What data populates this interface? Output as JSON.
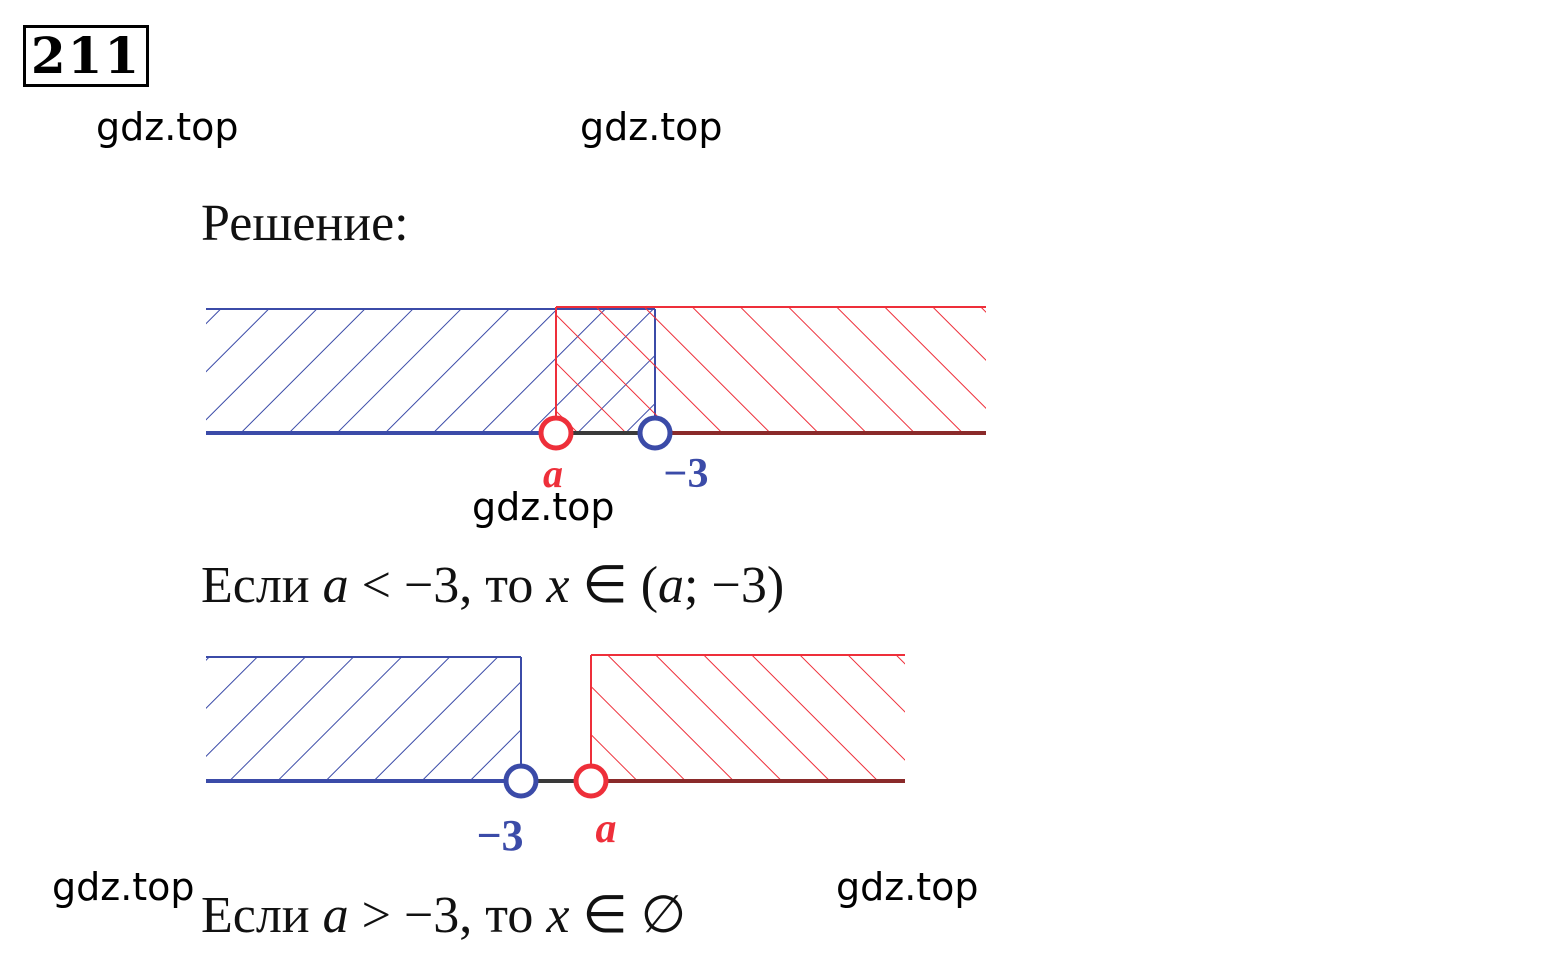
{
  "problem": {
    "number": "211"
  },
  "watermarks": {
    "w1": "gdz.top",
    "w2": "gdz.top",
    "w3": "gdz.top",
    "w4": "gdz.top",
    "w5": "gdz.top"
  },
  "solution": {
    "heading": "Решение:",
    "case1": {
      "prefix": "Если ",
      "var_a": "a",
      "mid": " < −3, то ",
      "var_x": "x",
      "rel": " ∈ (",
      "var_a2": "a",
      "suffix": "; −3)"
    },
    "case2": {
      "prefix": "Если ",
      "var_a": "a",
      "mid": " > −3, то ",
      "var_x": "x",
      "suffix": " ∈ ∅"
    }
  },
  "diagram1": {
    "label_a": "a",
    "label_minus3": "−3"
  },
  "diagram2": {
    "label_minus3": "−3",
    "label_a": "a"
  },
  "colors": {
    "blue": "#3b4ba8",
    "red": "#ee2f3a",
    "axis_dark": "#3a3a3a"
  }
}
